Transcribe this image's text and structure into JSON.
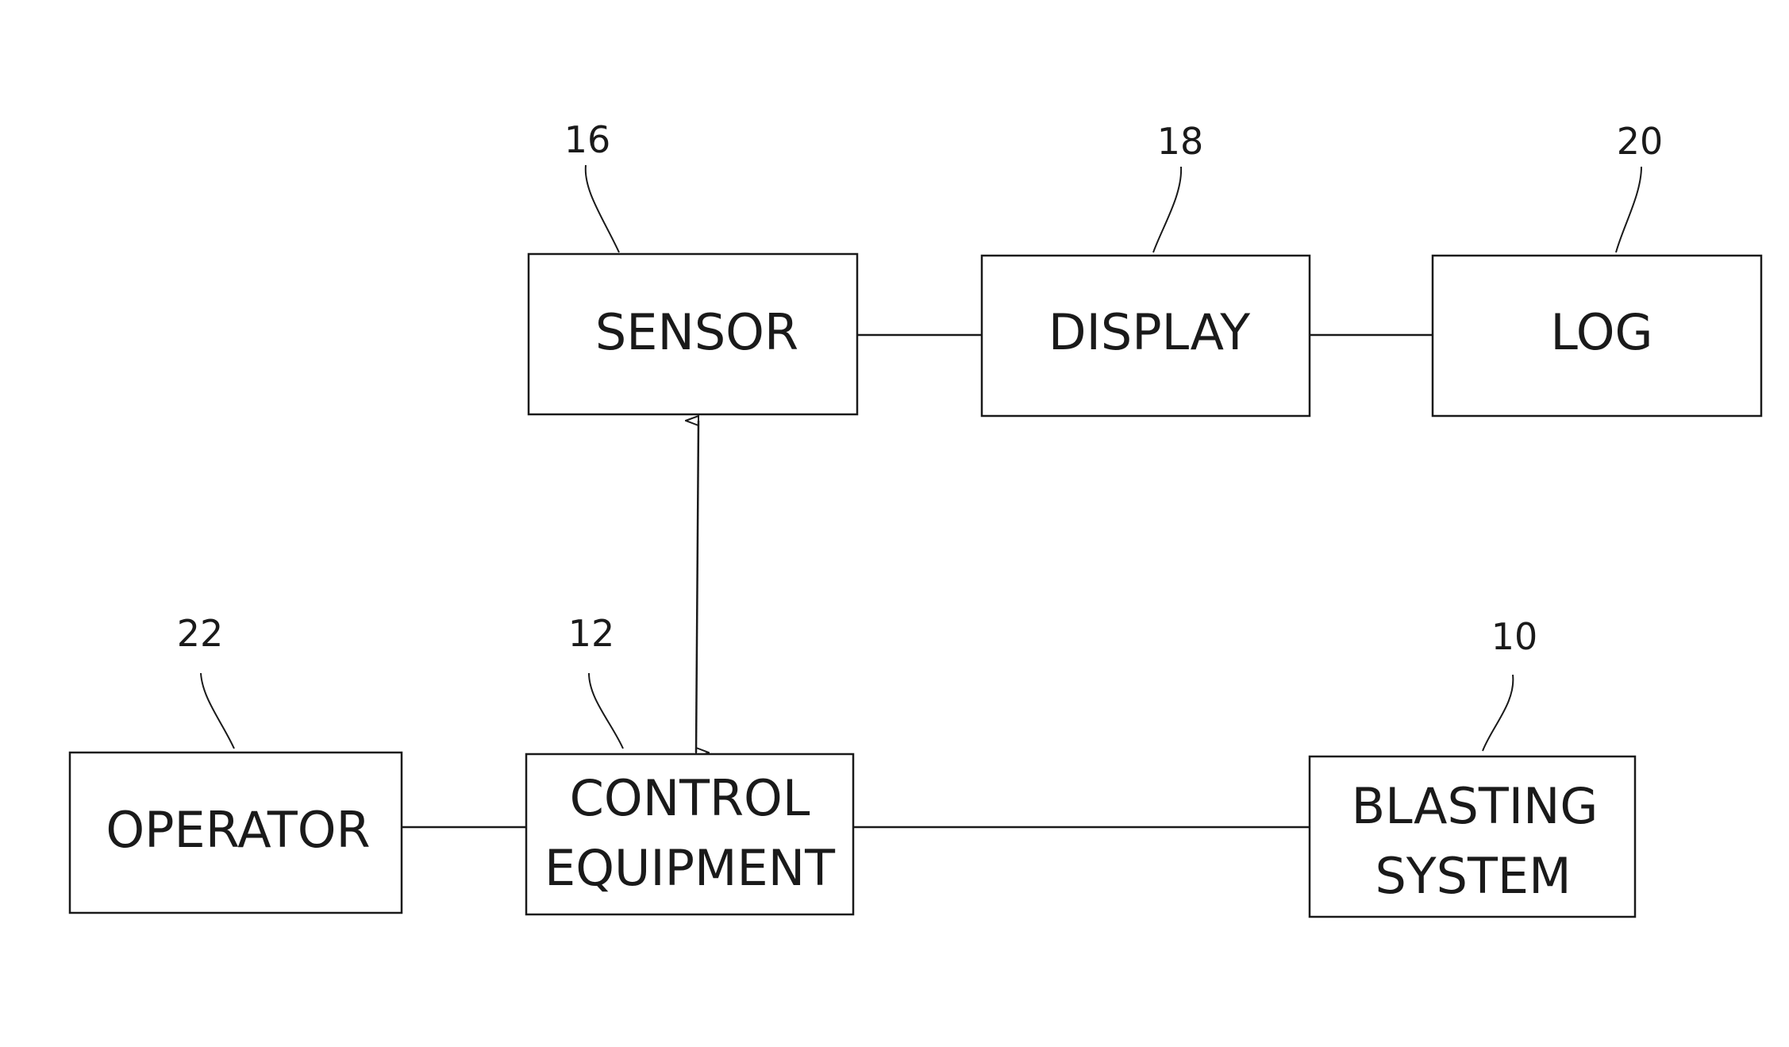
{
  "blocks": {
    "sensor": {
      "label": "SENSOR",
      "ref": "16"
    },
    "display": {
      "label": "DISPLAY",
      "ref": "18"
    },
    "log": {
      "label": "LOG",
      "ref": "20"
    },
    "operator": {
      "label": "OPERATOR",
      "ref": "22"
    },
    "control": {
      "label_line1": "CONTROL",
      "label_line2": "EQUIPMENT",
      "ref": "12"
    },
    "blasting": {
      "label_line1": "BLASTING",
      "label_line2": "SYSTEM",
      "ref": "10"
    }
  },
  "connections": [
    {
      "from": "sensor",
      "to": "display",
      "type": "line"
    },
    {
      "from": "display",
      "to": "log",
      "type": "line"
    },
    {
      "from": "operator",
      "to": "control",
      "type": "line"
    },
    {
      "from": "control",
      "to": "blasting",
      "type": "line"
    },
    {
      "from": "control",
      "to": "sensor",
      "type": "bidirectional-arrow"
    }
  ]
}
